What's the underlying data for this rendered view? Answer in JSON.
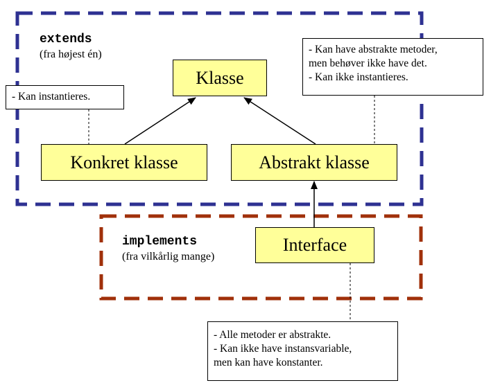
{
  "extends_region": {
    "keyword": "extends",
    "caption": "(fra højest én)",
    "border_color": "#2e3192"
  },
  "implements_region": {
    "keyword": "implements",
    "caption": "(fra vilkårlig mange)",
    "border_color": "#a0300a"
  },
  "box_fill": "#ffff99",
  "nodes": {
    "klasse": "Klasse",
    "konkret": "Konkret klasse",
    "abstrakt": "Abstrakt klasse",
    "interface": "Interface"
  },
  "notes": {
    "konkret": [
      "- Kan instantieres."
    ],
    "abstrakt": [
      "- Kan have abstrakte metoder,",
      "men behøver ikke have det.",
      "- Kan ikke instantieres."
    ],
    "interface": [
      "- Alle metoder er abstrakte.",
      "- Kan ikke have instansvariable,",
      "men kan have konstanter."
    ]
  }
}
